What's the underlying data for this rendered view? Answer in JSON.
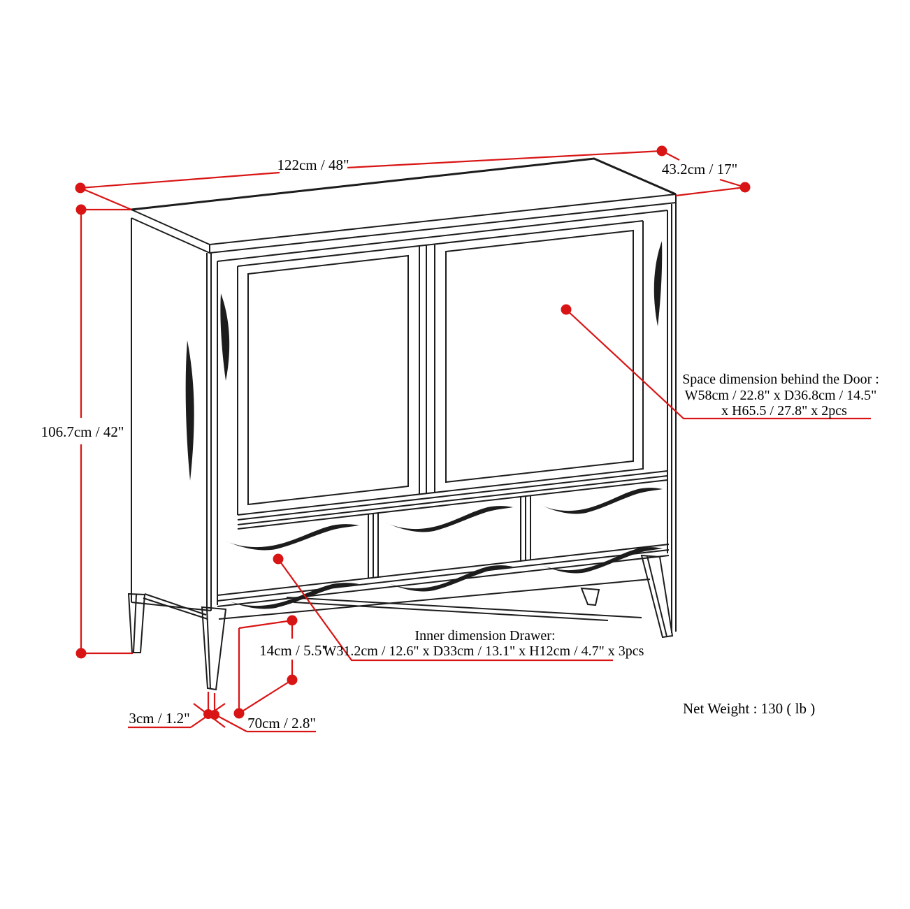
{
  "diagram": {
    "title_semantic": "Cabinet dimension drawing",
    "colors": {
      "dimension_red": "#d91414",
      "line_black": "#1c1c1c",
      "background": "#ffffff"
    },
    "dimensions": {
      "width_top": "122cm / 48\"",
      "depth_top": "43.2cm / 17\"",
      "height_left": "106.7cm / 42\"",
      "leg_height": "14cm / 5.5\"",
      "leg_foot": "3cm / 1.2\"",
      "leg_inset": "70cm / 2.8\""
    },
    "door_note": {
      "line1": "Space dimension behind the Door :",
      "line2": "W58cm / 22.8\" x D36.8cm / 14.5\"",
      "line3": "x H65.5 / 27.8\" x 2pcs"
    },
    "drawer_note": {
      "line1": "Inner dimension Drawer:",
      "line2": "W31.2cm / 12.6\" x D33cm / 13.1\" x H12cm / 4.7\" x 3pcs"
    },
    "net_weight": "Net Weight : 130 ( lb )"
  }
}
